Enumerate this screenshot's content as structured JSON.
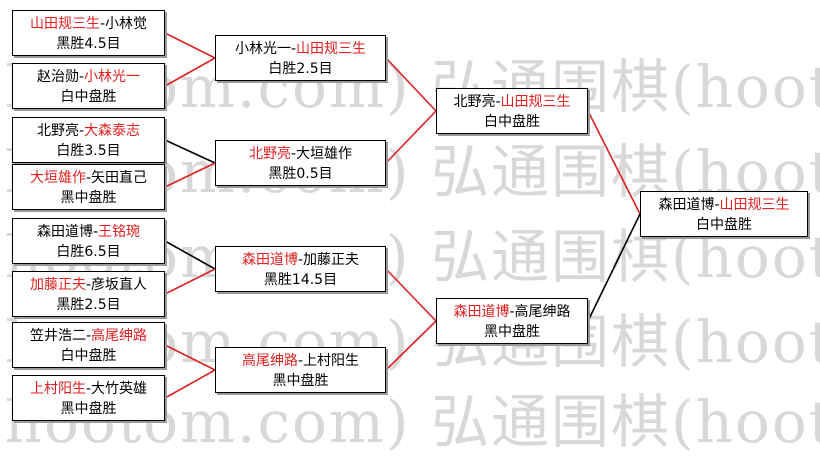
{
  "watermark_text": "弘通围棋(hootom.com) 弘通围棋(hootom.com)",
  "colors": {
    "winner": "#e02020",
    "win_line": "#e02020",
    "loss_line": "#000000"
  },
  "matches": {
    "r1_1": {
      "p1": "山田规三生",
      "p2": "小林觉",
      "winner": "p1",
      "result": "黑胜4.5目"
    },
    "r1_2": {
      "p1": "赵治勋",
      "p2": "小林光一",
      "winner": "p2",
      "result": "白中盘胜"
    },
    "r1_3": {
      "p1": "北野亮",
      "p2": "大森泰志",
      "winner": "p2",
      "result": "白胜3.5目"
    },
    "r1_4": {
      "p1": "大垣雄作",
      "p2": "矢田直己",
      "winner": "p1",
      "result": "黑中盘胜"
    },
    "r1_5": {
      "p1": "森田道博",
      "p2": "王铭琬",
      "winner": "p2",
      "result": "白胜6.5目"
    },
    "r1_6": {
      "p1": "加藤正夫",
      "p2": "彦坂直人",
      "winner": "p1",
      "result": "黑胜2.5目"
    },
    "r1_7": {
      "p1": "笠井浩二",
      "p2": "高尾绅路",
      "winner": "p2",
      "result": "白中盘胜"
    },
    "r1_8": {
      "p1": "上村阳生",
      "p2": "大竹英雄",
      "winner": "p1",
      "result": "黑中盘胜"
    },
    "r2_1": {
      "p1": "小林光一",
      "p2": "山田规三生",
      "winner": "p2",
      "result": "白胜2.5目"
    },
    "r2_2": {
      "p1": "北野亮",
      "p2": "大垣雄作",
      "winner": "p1",
      "result": "黑胜0.5目"
    },
    "r2_3": {
      "p1": "森田道博",
      "p2": "加藤正夫",
      "winner": "p1",
      "result": "黑胜14.5目"
    },
    "r2_4": {
      "p1": "高尾绅路",
      "p2": "上村阳生",
      "winner": "p1",
      "result": "黑中盘胜"
    },
    "r3_1": {
      "p1": "北野亮",
      "p2": "山田规三生",
      "winner": "p2",
      "result": "白中盘胜"
    },
    "r3_2": {
      "p1": "森田道博",
      "p2": "高尾绅路",
      "winner": "p1",
      "result": "黑中盘胜"
    },
    "final": {
      "p1": "森田道博",
      "p2": "山田规三生",
      "winner": "p2",
      "result": "白中盘胜"
    }
  },
  "connectors": {
    "r1_1": "win",
    "r1_2": "win",
    "r1_3": "loss",
    "r1_4": "win",
    "r1_5": "loss",
    "r1_6": "win",
    "r1_7": "win",
    "r1_8": "win",
    "r2_1": "win",
    "r2_2": "win",
    "r2_3": "win",
    "r2_4": "win",
    "r3_1": "win",
    "r3_2": "loss"
  }
}
